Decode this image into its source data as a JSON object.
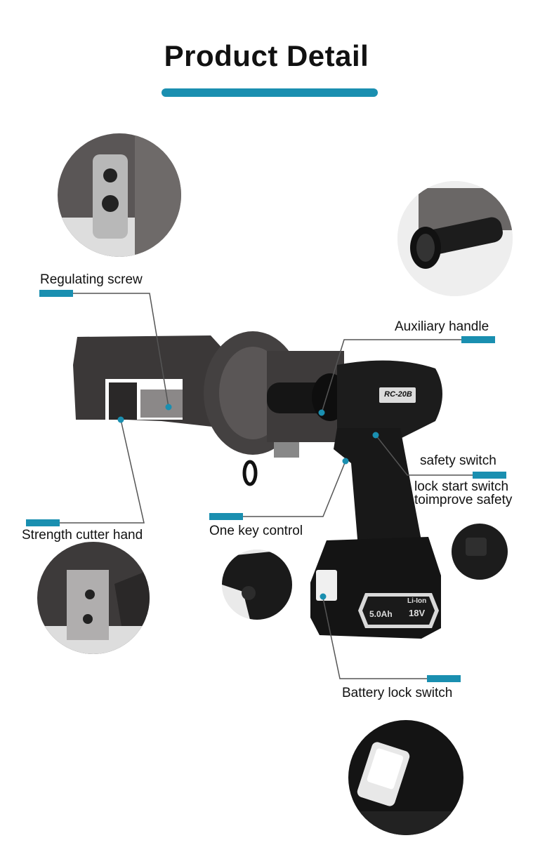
{
  "title": "Product Detail",
  "accent_color": "#1a8fb0",
  "labels": {
    "regulating_screw": "Regulating screw",
    "auxiliary_handle": "Auxiliary handle",
    "safety_switch": "safety switch",
    "lock_start_1": "lock start switch",
    "lock_start_2": "toimprove safety",
    "one_key_control": "One key control",
    "strength_cutter_hand": "Strength cutter hand",
    "battery_lock_switch": "Battery lock switch"
  },
  "product": {
    "model": "RC-20B",
    "battery_type": "Li-Ion",
    "battery_capacity": "5.0Ah",
    "battery_voltage": "18V"
  }
}
